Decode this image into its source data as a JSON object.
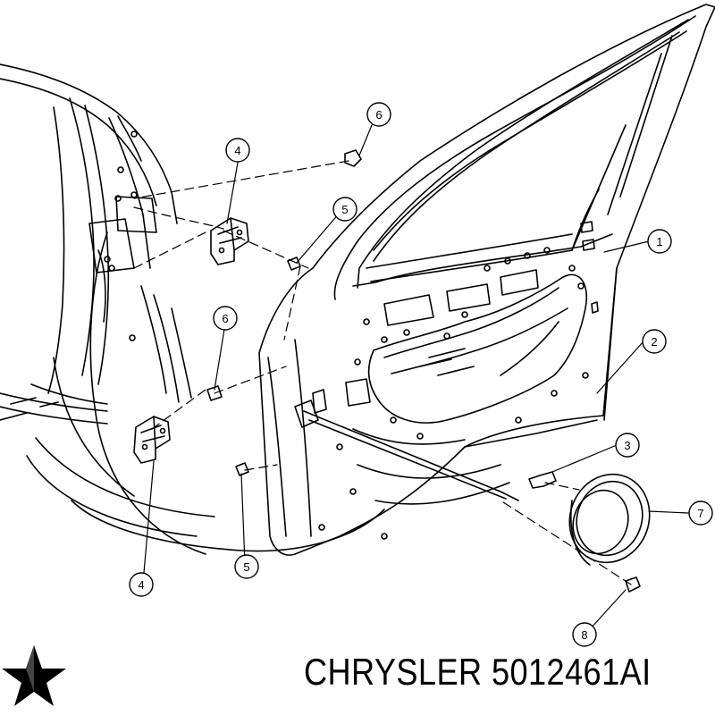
{
  "diagram": {
    "callouts": [
      {
        "id": "c1",
        "label": "1"
      },
      {
        "id": "c2",
        "label": "2"
      },
      {
        "id": "c3",
        "label": "3"
      },
      {
        "id": "c4a",
        "label": "4"
      },
      {
        "id": "c4b",
        "label": "4"
      },
      {
        "id": "c5a",
        "label": "5"
      },
      {
        "id": "c5b",
        "label": "5"
      },
      {
        "id": "c6a",
        "label": "6"
      },
      {
        "id": "c6b",
        "label": "6"
      },
      {
        "id": "c7",
        "label": "7"
      },
      {
        "id": "c8",
        "label": "8"
      }
    ]
  },
  "brand": {
    "logo_icon": "pentastar-icon",
    "text": "CHRYSLER 5012461AI"
  },
  "colors": {
    "line": "#000000",
    "background": "#ffffff"
  }
}
